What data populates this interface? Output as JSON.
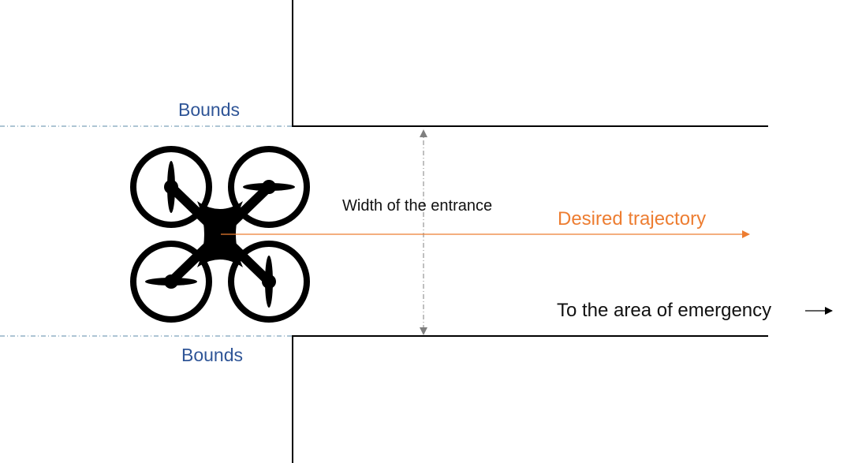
{
  "labels": {
    "bounds_top": "Bounds",
    "bounds_bottom": "Bounds",
    "width": "Width of the entrance",
    "trajectory": "Desired trajectory",
    "emergency": "To the area of emergency"
  },
  "colors": {
    "bounds_text": "#2f5597",
    "bounds_line": "#5b8ba8",
    "trajectory": "#ed7d31",
    "walls": "#000000",
    "width_arrow": "#7f7f7f"
  },
  "icons": {
    "drone": "quadcopter-drone-icon"
  }
}
